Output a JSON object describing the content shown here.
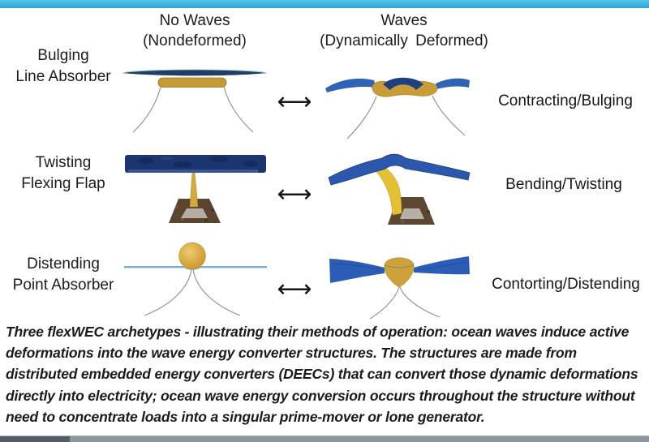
{
  "headers": {
    "left": {
      "line1": "No Waves",
      "line2": "(Nondeformed)"
    },
    "right": {
      "line1": "Waves",
      "line2": "(Dynamically Deformed)"
    }
  },
  "rows": [
    {
      "label_line1": "Bulging",
      "label_line2": "Line Absorber",
      "right_label": "Contracting/Bulging"
    },
    {
      "label_line1": "Twisting",
      "label_line2": "Flexing Flap",
      "right_label": "Bending/Twisting"
    },
    {
      "label_line1": "Distending",
      "label_line2": "Point Absorber",
      "right_label": "Contorting/Distending"
    }
  ],
  "icons": {
    "double_arrow": "⟷"
  },
  "caption": {
    "lines": [
      "Three flexWEC archetypes - illustrating their methods of operation: ocean waves induce active",
      "deformations into the wave energy converter structures. The structures are made from",
      "distributed embedded energy converters (DEECs) that can convert those dynamic deformations",
      "directly into electricity; ocean wave energy conversion occurs throughout the structure without",
      "need to concentrate loads into a singular prime-mover or lone generator."
    ]
  },
  "colors": {
    "accent_bar_top": "#53c3e6",
    "accent_bar_bottom": "#2ea7d6",
    "water_navy": "#1a3570",
    "ribbon_blue": "#2c5db6",
    "device_gold": "#c89d38",
    "flap_yellow": "#e4c035",
    "base_brown": "#5e4732",
    "base_gray": "#b5afa5",
    "mooring_gray": "#8e8e8e",
    "water_light_blue": "#7cabd4",
    "scroll_track": "#8e969e",
    "scroll_thumb": "#565d64",
    "text": "#1c1c1c"
  }
}
